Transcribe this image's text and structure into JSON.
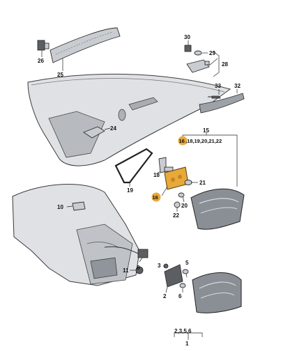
{
  "callouts": {
    "c1": "1",
    "c2": "2",
    "c2356": "2,3,5,6",
    "c3": "3",
    "c5": "5",
    "c6": "6",
    "c8": "8",
    "c10": "10",
    "c11": "11",
    "c15": "15",
    "c16_top": "16",
    "c16_group_rest": ",18,19,20,21,22",
    "c16_low": "16",
    "c18": "18",
    "c19": "19",
    "c20": "20",
    "c21": "21",
    "c22": "22",
    "c24": "24",
    "c25": "25",
    "c26": "26",
    "c28": "28",
    "c29": "29",
    "c30": "30",
    "c32": "32",
    "c33": "33"
  },
  "colors": {
    "highlight": "#e7a93a",
    "body": "#dfe1e4",
    "lamp_lens": "#8a8f96",
    "outline": "#2e2e2e"
  }
}
